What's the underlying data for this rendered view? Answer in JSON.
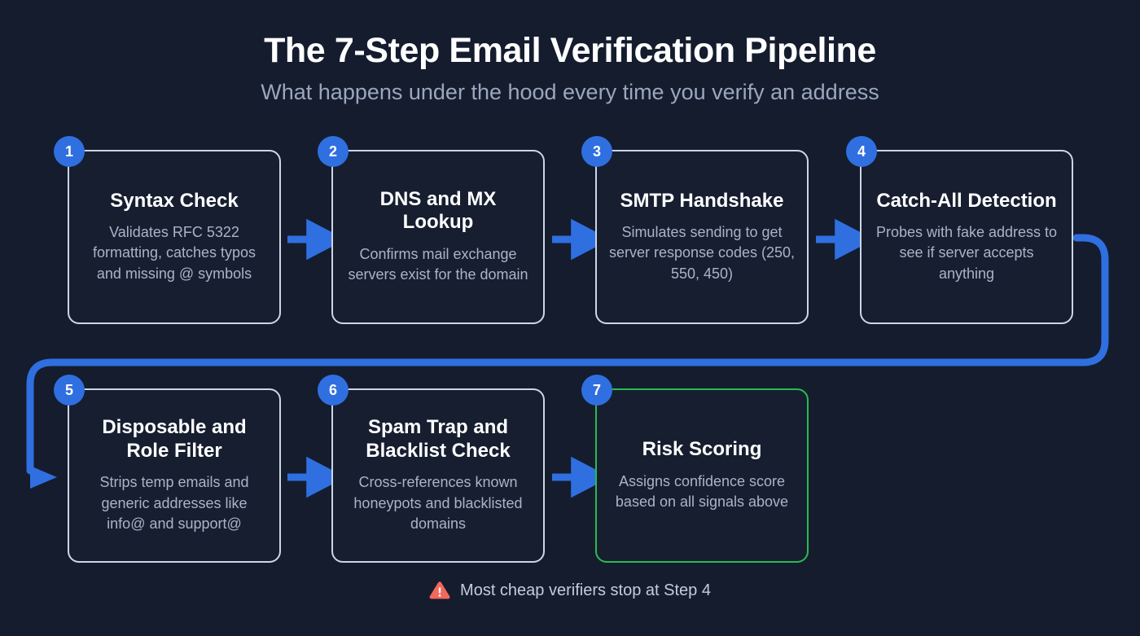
{
  "header": {
    "title": "The 7-Step Email Verification Pipeline",
    "subtitle": "What happens under the hood every time you verify an address"
  },
  "colors": {
    "background": "#141c2e",
    "card_border": "#ccd6e4",
    "card_fill": "#161e30",
    "badge_blue": "#2f6fe0",
    "connector_blue": "#2f6fe0",
    "final_green": "#2bbb4f",
    "warning_orange": "#f2685a",
    "title_text": "#ffffff",
    "subtitle_text": "#9aa7bd",
    "body_text": "#aab4c6"
  },
  "steps": [
    {
      "number": "1",
      "title": "Syntax Check",
      "description": "Validates RFC 5322 formatting, catches typos and missing @ symbols",
      "highlight": false
    },
    {
      "number": "2",
      "title": "DNS and MX Lookup",
      "description": "Confirms mail exchange servers exist for the domain",
      "highlight": false
    },
    {
      "number": "3",
      "title": "SMTP Handshake",
      "description": "Simulates sending to get server response codes (250, 550, 450)",
      "highlight": false
    },
    {
      "number": "4",
      "title": "Catch-All Detection",
      "description": "Probes with fake address to see if server accepts anything",
      "highlight": false
    },
    {
      "number": "5",
      "title": "Disposable and Role Filter",
      "description": "Strips temp emails and generic addresses like info@ and support@",
      "highlight": false
    },
    {
      "number": "6",
      "title": "Spam Trap and Blacklist Check",
      "description": "Cross-references known honeypots and blacklisted domains",
      "highlight": false
    },
    {
      "number": "7",
      "title": "Risk Scoring",
      "description": "Assigns confidence score based on all signals above",
      "highlight": true
    }
  ],
  "connectors": [
    {
      "name": "arrow-1-to-2",
      "type": "arrow-right"
    },
    {
      "name": "arrow-2-to-3",
      "type": "arrow-right"
    },
    {
      "name": "arrow-3-to-4",
      "type": "arrow-right"
    },
    {
      "name": "wrap-4-to-5",
      "type": "elbow-wrap"
    },
    {
      "name": "arrow-5-to-6",
      "type": "arrow-right"
    },
    {
      "name": "arrow-6-to-7",
      "type": "arrow-right"
    }
  ],
  "footer": {
    "icon": "warning-triangle-icon",
    "text": "Most cheap verifiers stop at Step 4"
  }
}
